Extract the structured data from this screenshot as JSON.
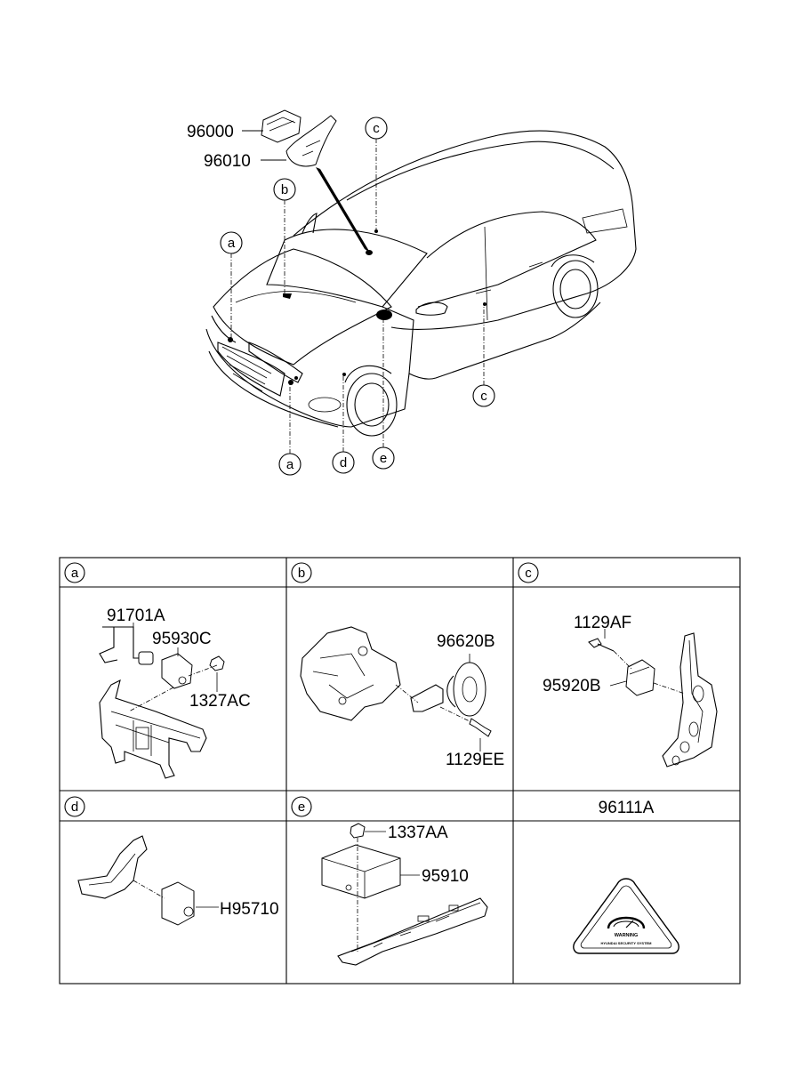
{
  "overview": {
    "part_labels": {
      "p96000": "96000",
      "p96010": "96010"
    },
    "callouts": [
      "a",
      "b",
      "c",
      "c",
      "a",
      "d",
      "e"
    ]
  },
  "detail_table": {
    "cells": [
      {
        "letter": "a",
        "parts": [
          "91701A",
          "95930C",
          "1327AC"
        ]
      },
      {
        "letter": "b",
        "parts": [
          "96620B",
          "1129EE"
        ]
      },
      {
        "letter": "c",
        "parts": [
          "1129AF",
          "95920B"
        ]
      },
      {
        "letter": "d",
        "parts": [
          "H95710"
        ]
      },
      {
        "letter": "e",
        "parts": [
          "1337AA",
          "95910"
        ]
      },
      {
        "title": "96111A",
        "sticker": {
          "line1": "WARNING",
          "line2": "HYUNDAI SECURITY SYSTEM"
        }
      }
    ]
  }
}
